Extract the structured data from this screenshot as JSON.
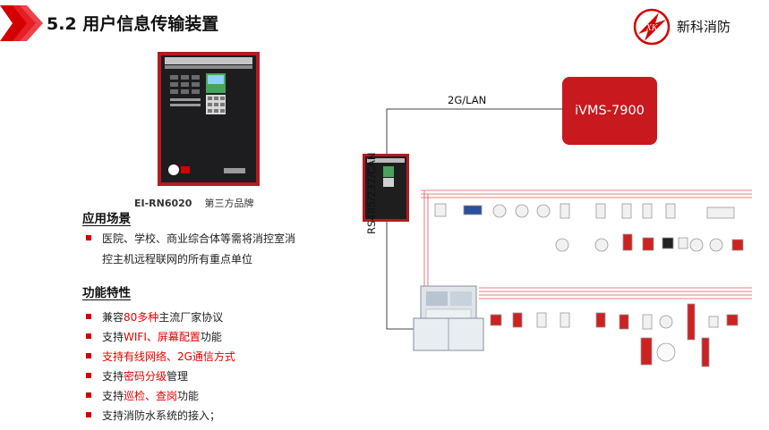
{
  "header": {
    "title": "5.2 用户信息传输装置",
    "logo_monogram": "XK",
    "logo_text": "新科消防",
    "accent_color": "#d40000"
  },
  "device": {
    "caption_model": "EI-RN6020",
    "caption_brand": "第三方品牌"
  },
  "applications": {
    "title": "应用场景",
    "lines": [
      "医院、学校、商业综合体等需将消控室消",
      "控主机远程联网的所有重点单位"
    ]
  },
  "features": {
    "title": "功能特性",
    "items": [
      {
        "before": "兼容",
        "red": "80多种",
        "after": "主流厂家协议"
      },
      {
        "before": "支持",
        "red": "WIFI、屏幕配置",
        "after": "功能"
      },
      {
        "before": "",
        "red": "支持有线网络、2G通信方式",
        "after": ""
      },
      {
        "before": "支持",
        "red": "密码分级",
        "after": "管理"
      },
      {
        "before": "支持",
        "red": "巡检、查岗",
        "after": "功能"
      },
      {
        "before": "支持消防水系统的接入；",
        "red": "",
        "after": ""
      }
    ]
  },
  "diagram": {
    "server_label": "iVMS-7900",
    "link_label": "2G/LAN",
    "bus_label": "RS485/232/CAN"
  }
}
